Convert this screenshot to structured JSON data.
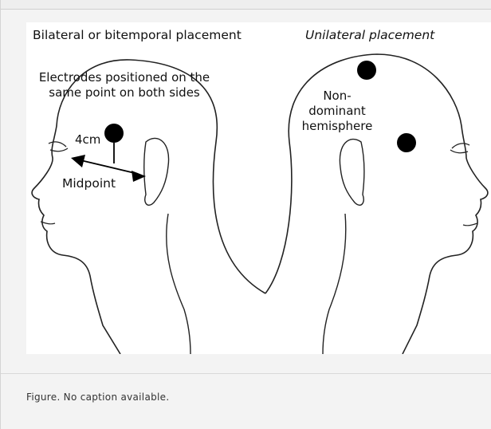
{
  "figure": {
    "left_title": "Bilateral or bitemporal placement",
    "right_title": "Unilateral placement",
    "electrodes_label": "Electrodes positioned on the same point on both sides",
    "distance_label": "4cm",
    "midpoint_label": "Midpoint",
    "hemisphere_label": "Non-dominant hemisphere"
  },
  "caption": "Figure. No caption available."
}
